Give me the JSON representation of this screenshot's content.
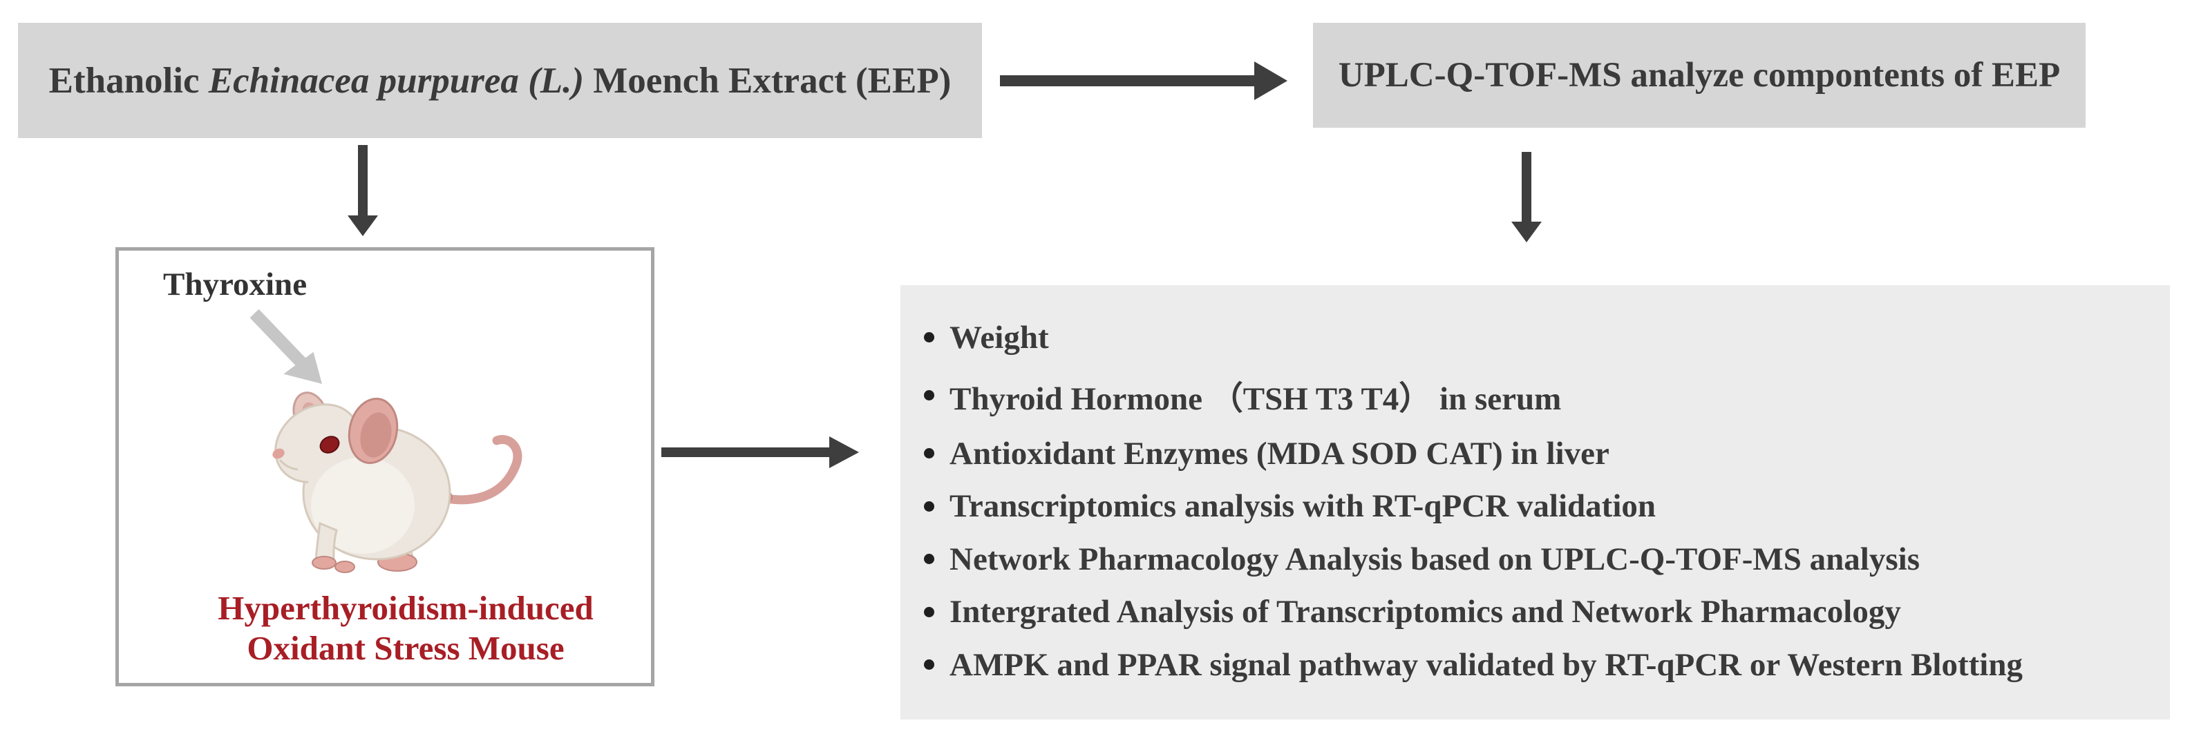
{
  "figure": {
    "kind": "study-workflow-diagram",
    "eep_box": {
      "text_prefix": "Ethanolic ",
      "text_italic": "Echinacea purpurea (L.)",
      "text_suffix": " Moench Extract (EEP)"
    },
    "uplc_box": {
      "label": "UPLC-Q-TOF-MS analyze compontents of EEP"
    },
    "mouse_panel": {
      "treatment_label": "Thyroxine",
      "caption_line1": "Hyperthyroidism-induced",
      "caption_line2": "Oxidant Stress Mouse"
    },
    "outcomes_box": {
      "items": [
        "Weight",
        "Thyroid Hormone （TSH T3 T4） in serum",
        "Antioxidant Enzymes (MDA SOD CAT) in liver",
        "Transcriptomics analysis with RT-qPCR validation",
        "Network Pharmacology Analysis based on UPLC-Q-TOF-MS analysis",
        "Intergrated Analysis of Transcriptomics and Network Pharmacology",
        "AMPK and PPAR signal pathway validated by RT-qPCR or Western Blotting"
      ]
    },
    "colors": {
      "box_gray": "#d6d6d6",
      "panel_gray": "#ececec",
      "arrow_dark": "#3e3e3e",
      "arrow_light": "#c6c6c6",
      "caption_red": "#a81e25",
      "text_dark": "#3a3a3a",
      "mouse_panel_border": "#a5a5a5"
    }
  }
}
